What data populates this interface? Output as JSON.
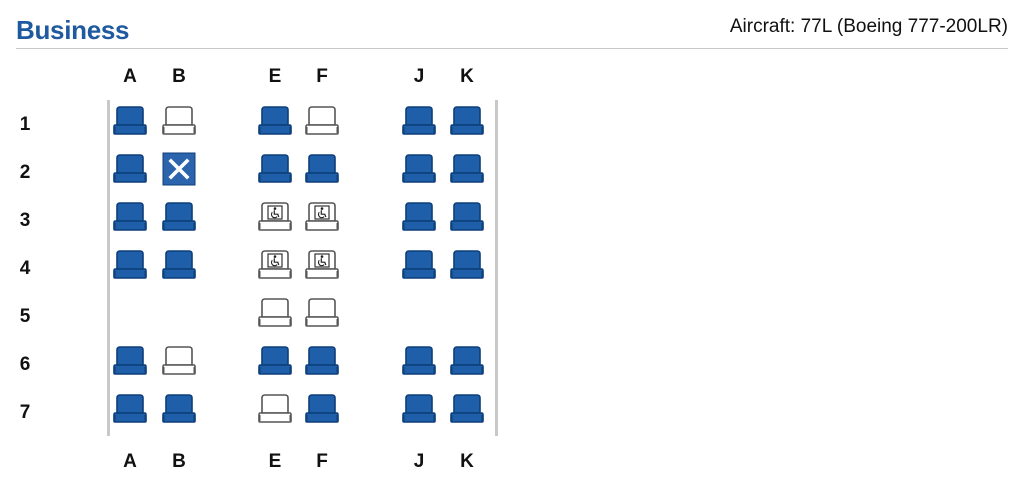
{
  "header": {
    "cabin_title": "Business",
    "aircraft_info": "Aircraft: 77L (Boeing 777-200LR)"
  },
  "columns": [
    "A",
    "B",
    "E",
    "F",
    "J",
    "K"
  ],
  "rows": [
    {
      "number": "1",
      "seats": [
        "occupied",
        "available",
        "occupied",
        "available",
        "occupied",
        "occupied"
      ]
    },
    {
      "number": "2",
      "seats": [
        "occupied",
        "blocked",
        "occupied",
        "occupied",
        "occupied",
        "occupied"
      ]
    },
    {
      "number": "3",
      "seats": [
        "occupied",
        "occupied",
        "wheelchair",
        "wheelchair",
        "occupied",
        "occupied"
      ]
    },
    {
      "number": "4",
      "seats": [
        "occupied",
        "occupied",
        "wheelchair",
        "wheelchair",
        "occupied",
        "occupied"
      ]
    },
    {
      "number": "5",
      "seats": [
        "none",
        "none",
        "available",
        "available",
        "none",
        "none"
      ]
    },
    {
      "number": "6",
      "seats": [
        "occupied",
        "available",
        "occupied",
        "occupied",
        "occupied",
        "occupied"
      ]
    },
    {
      "number": "7",
      "seats": [
        "occupied",
        "occupied",
        "available",
        "occupied",
        "occupied",
        "occupied"
      ]
    }
  ],
  "colors": {
    "occupied": "#1f5ea8",
    "occupied_dark": "#0d3f7a",
    "available_outline": "#555555",
    "blocked": "#2b64ad",
    "title": "#1f5aa0"
  }
}
